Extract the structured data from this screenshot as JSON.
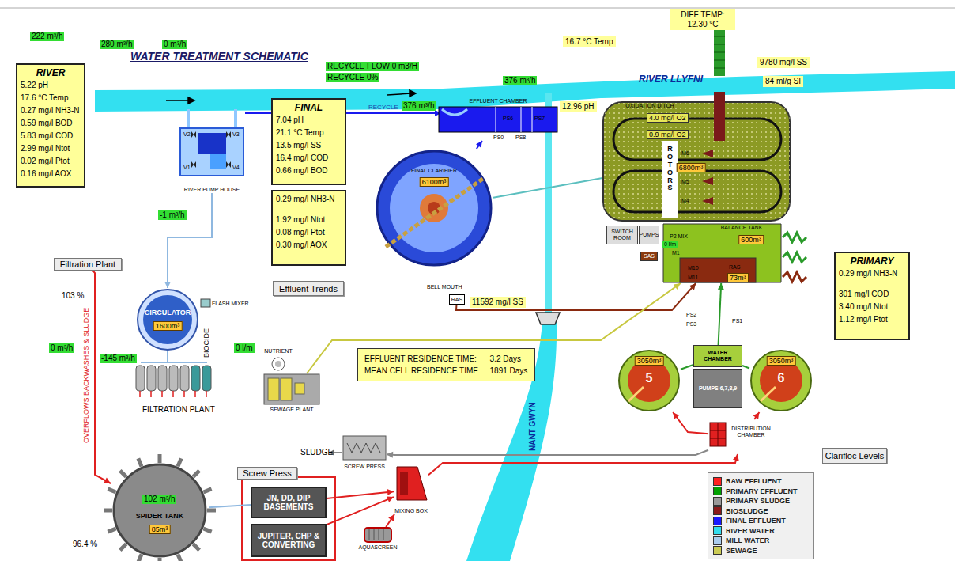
{
  "diagram": {
    "title": "WATER TREATMENT SCHEMATIC",
    "nodes": [
      {
        "text": [
          "RIVER",
          "5.22 pH",
          "17.6 °C Temp",
          "0.27 mg/l NH3-N",
          "0.59 mg/l BOD",
          "5.83 mg/l COD",
          "2.99 mg/l Ntot",
          "0.02 mg/l Ptot",
          "0.16 mg/l AOX"
        ]
      },
      {
        "text": [
          "RIVER PUMP HOUSE"
        ]
      },
      {
        "text": [
          "FINAL",
          "7.04 pH",
          "21.1 °C Temp",
          "13.5 mg/l SS",
          "16.4 mg/l COD",
          "0.66 mg/l BOD"
        ]
      },
      {
        "text": [
          "0.29 mg/l NH3-N",
          "1.92 mg/l Ntot",
          "0.08 mg/l Ptot",
          "0.30 mg/l AOX"
        ]
      },
      {
        "text": [
          "EFFLUENT CHAMBER"
        ]
      },
      {
        "text": [
          "OXIDATION DITCH",
          "6800m³"
        ]
      },
      {
        "text": [
          "FINAL CLARIFIER",
          "6100m³"
        ]
      },
      {
        "text": [
          "SWITCH ROOM"
        ]
      },
      {
        "text": [
          "PUMPS"
        ]
      },
      {
        "text": [
          "BALANCE TANK",
          "600m³"
        ]
      },
      {
        "text": [
          "Effluent Trends"
        ]
      },
      {
        "text": [
          "PRIMARY",
          "0.29 mg/l NH3-N",
          "301 mg/l COD",
          "3.40 mg/l Ntot",
          "1.12 mg/l Ptot"
        ]
      },
      {
        "text": [
          "Filtration Plant"
        ]
      },
      {
        "text": [
          "CIRCULATOR",
          "1600m³"
        ]
      },
      {
        "text": [
          "RAS"
        ]
      },
      {
        "text": [
          "EFFLUENT RESIDENCE TIME:",
          "3.2 Days",
          "MEAN CELL RESIDENCE TIME",
          "1891 Days"
        ]
      },
      {
        "text": [
          "SAS"
        ]
      },
      {
        "text": [
          "WATER CHAMBER"
        ]
      },
      {
        "text": [
          "PUMPS 6,7,8,9"
        ]
      },
      {
        "text": [
          "5",
          "3050m³"
        ]
      },
      {
        "text": [
          "6",
          "3050m³"
        ]
      },
      {
        "text": [
          "NUTRIENT"
        ]
      },
      {
        "text": [
          "SEWAGE PLANT"
        ]
      },
      {
        "text": [
          "DISTRIBUTION CHAMBER"
        ]
      },
      {
        "text": [
          "SCREW PRESS"
        ]
      },
      {
        "text": [
          "Clarifloc Levels"
        ]
      },
      {
        "text": [
          "Screw Press"
        ]
      },
      {
        "text": [
          "JN, DD, DIP BASEMENTS"
        ]
      },
      {
        "text": [
          "JUPITER, CHP & CONVERTING"
        ]
      },
      {
        "text": [
          "MIXING BOX"
        ]
      },
      {
        "text": [
          "AQUASCREEN"
        ]
      },
      {
        "text": [
          "SPIDER TANK",
          "85m³"
        ]
      }
    ],
    "edges": [
      {
        "from": 1,
        "to": 13,
        "arrow": "to"
      },
      {
        "from": 5,
        "to": 6,
        "arrow": "none"
      },
      {
        "from": 6,
        "to": 4,
        "arrow": "to"
      },
      {
        "from": 23,
        "to": 19,
        "arrow": "to"
      },
      {
        "from": 23,
        "to": 20,
        "arrow": "to"
      },
      {
        "from": 19,
        "to": 17,
        "arrow": "none"
      },
      {
        "from": 20,
        "to": 17,
        "arrow": "none"
      },
      {
        "from": 17,
        "to": 9,
        "arrow": "to"
      },
      {
        "from": 29,
        "to": 23,
        "arrow": "to"
      },
      {
        "from": 23,
        "to": 24,
        "arrow": "to"
      },
      {
        "from": 14,
        "to": 9,
        "arrow": "to"
      },
      {
        "from": 22,
        "to": 9,
        "arrow": "to"
      },
      {
        "from": 30,
        "to": 29,
        "arrow": "to"
      },
      {
        "from": 27,
        "to": 29,
        "arrow": "to"
      },
      {
        "from": 28,
        "to": 29,
        "arrow": "to"
      },
      {
        "from": 31,
        "to": 27,
        "arrow": "none"
      },
      {
        "from": 12,
        "to": 31,
        "arrow": "to"
      }
    ],
    "labels": [
      "222 m³/h",
      "280 m³/h",
      "0 m³/h",
      "RECYCLE FLOW 0 m3/H",
      "RECYCLE 0%",
      "16.7 °C Temp",
      "DIFF TEMP: 12.30 °C",
      "9780 mg/l SS",
      "84 ml/g SI",
      "RIVER LLYFNI",
      "376 m³/h",
      "RECYCLE",
      "376 m³/h",
      "12.96 pH",
      "-1 m³/h",
      "103 %",
      "OVERFLOWS BACKWASHES & SLUDGE",
      "0 m³/h",
      "-145 m³/h",
      "FLASH MIXER",
      "BIOCIDE",
      "FILTRATION PLANT",
      "0 l/m",
      "11592 mg/l SS",
      "BELL MOUTH",
      "NANT GWYN",
      "SLUDGE",
      "102 m³/h",
      "96.4 %",
      "4.0 mg/l O2",
      "0.9 mg/l O2",
      "ROTORS",
      "M6",
      "M5",
      "M4",
      "P2 MIX",
      "0 l/m",
      "M1",
      "M10",
      "M11",
      "RAS",
      "73m³",
      "PS2",
      "PS1",
      "PS3",
      "PS6",
      "PS7",
      "PS0",
      "PS8",
      "V1",
      "V2",
      "V3",
      "V4"
    ],
    "legend": [
      {
        "text": "RAW EFFLUENT",
        "color": "#ff2020"
      },
      {
        "text": "PRIMARY EFFLUENT",
        "color": "#00a000"
      },
      {
        "text": "PRIMARY SLUDGE",
        "color": "#999999"
      },
      {
        "text": "BIOSLUDGE",
        "color": "#8b1a1a"
      },
      {
        "text": "FINAL EFFLUENT",
        "color": "#1a1aff"
      },
      {
        "text": "RIVER WATER",
        "color": "#33ddee"
      },
      {
        "text": "MILL WATER",
        "color": "#aaccee"
      },
      {
        "text": "SEWAGE",
        "color": "#cccc55"
      }
    ]
  }
}
